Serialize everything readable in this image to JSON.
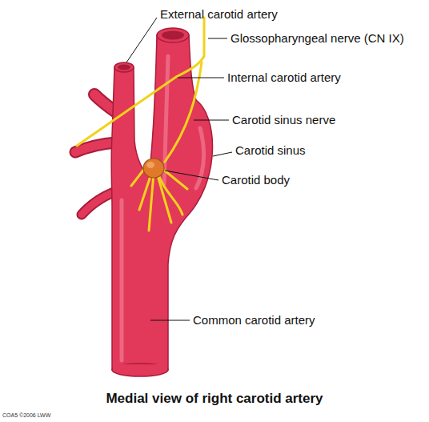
{
  "diagram": {
    "caption": "Medial view of right carotid artery",
    "labels": [
      "External carotid artery",
      "Glossopharyngeal nerve (CN IX)",
      "Internal carotid artery",
      "Carotid sinus nerve",
      "Carotid sinus",
      "Carotid body",
      "Common carotid artery",
      "COA5 ©2006 LWW"
    ]
  }
}
